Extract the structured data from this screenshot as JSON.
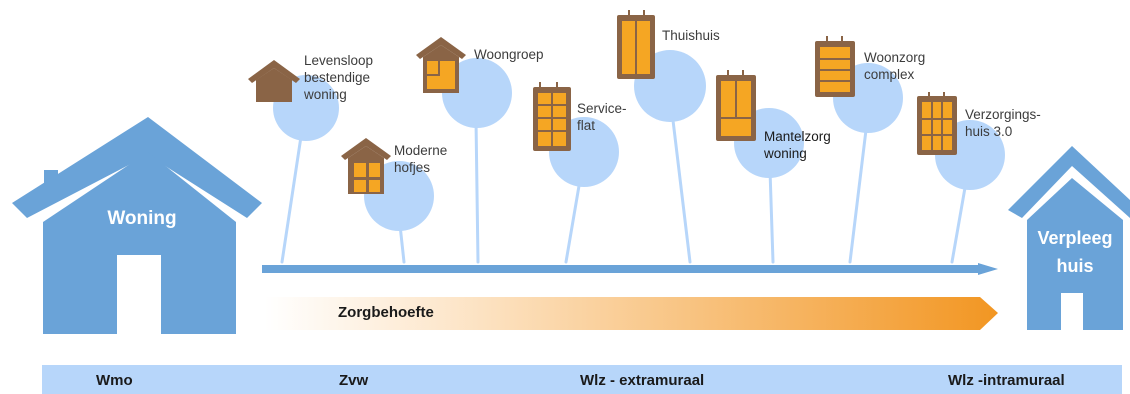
{
  "houses": {
    "left": "Woning",
    "right_line1": "Verpleeg",
    "right_line2": "huis"
  },
  "types": [
    {
      "label": "Levensloop\nbestendige\nwoning",
      "icon": "house-icon"
    },
    {
      "label": "Moderne\nhofjes",
      "icon": "house-icon"
    },
    {
      "label": "Woongroep",
      "icon": "house-icon"
    },
    {
      "label": "Service-\nflat",
      "icon": "apartment-icon"
    },
    {
      "label": "Thuishuis",
      "icon": "apartment-icon"
    },
    {
      "label": "Mantelzorg\nwoning",
      "icon": "apartment-icon"
    },
    {
      "label": "Woonzorg\ncomplex",
      "icon": "apartment-icon"
    },
    {
      "label": "Verzorgings-\nhuis 3.0",
      "icon": "apartment-icon"
    }
  ],
  "care_arrow_label": "Zorgbehoefte",
  "footer": [
    "Wmo",
    "Zvw",
    "Wlz - extramuraal",
    "Wlz -intramuraal"
  ],
  "colors": {
    "house_blue": "#6aa3d8",
    "bubble_blue": "#b7d6fa",
    "icon_brown": "#8a6446",
    "icon_orange": "#f5a623",
    "gradient_end": "#f29622"
  }
}
